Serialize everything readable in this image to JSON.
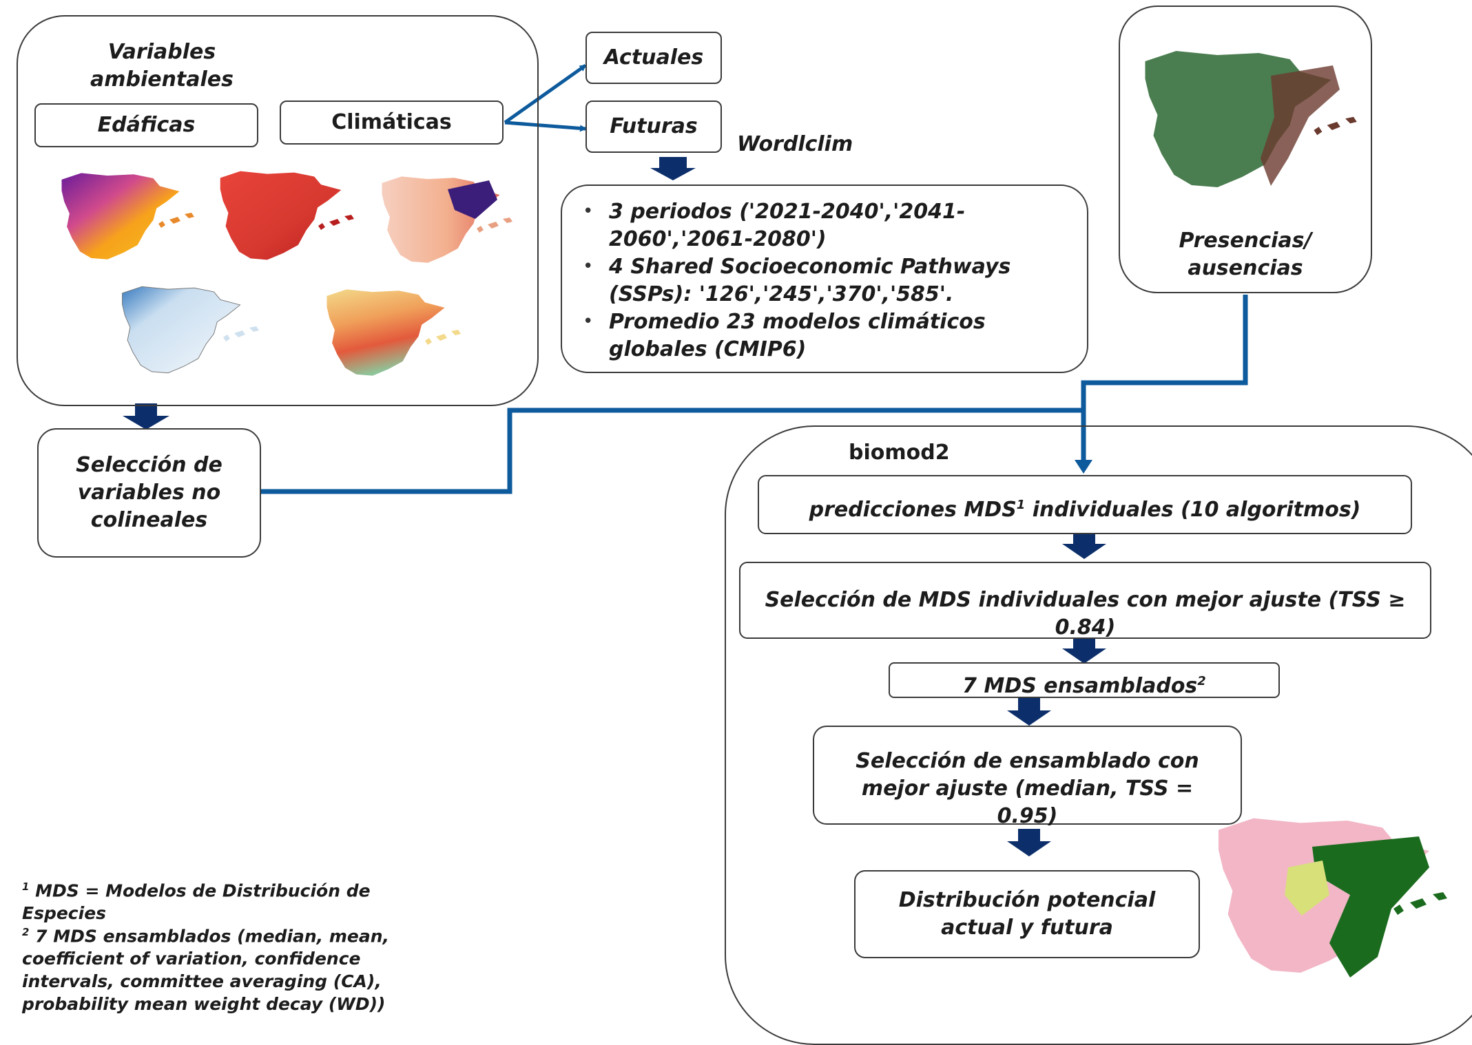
{
  "env_box": {
    "title": "Variables ambientales",
    "edaficas": "Edáficas",
    "climaticas": "Climáticas"
  },
  "actuales": "Actuales",
  "futuras": "Futuras",
  "wordlclim": "Wordlclim",
  "bullets": [
    "3 periodos ('2021-2040','2041-2060','2061-2080')",
    "4 Shared Socioeconomic Pathways (SSPs): '126','245','370','585'.",
    "Promedio 23 modelos climáticos globales (CMIP6)"
  ],
  "presencias": "Presencias/ ausencias",
  "seleccion_variables": "Selección de variables no colineales",
  "biomod": {
    "title": "biomod2",
    "step1_a": "predicciones MDS",
    "step1_sup": "1",
    "step1_b": " individuales (10 algoritmos)",
    "step2": "Selección de MDS individuales con mejor ajuste (TSS ≥ 0.84)",
    "step3_a": "7 MDS ensamblados",
    "step3_sup": "2",
    "step4": "Selección de ensamblado con mejor ajuste (median, TSS = 0.95)",
    "step5": "Distribución potencial actual y futura"
  },
  "footnote1_num": "1",
  "footnote1": " MDS = Modelos de Distribución de Especies",
  "footnote2_num": "2",
  "footnote2": " 7 MDS ensamblados (median, mean, coefficient of variation, confidence intervals, committee averaging (CA), probability mean weight decay (WD))",
  "colors": {
    "arrow_blue": "#0d5a9c",
    "block_arrow": "#0c2f6b",
    "border": "#3a3a3a"
  }
}
